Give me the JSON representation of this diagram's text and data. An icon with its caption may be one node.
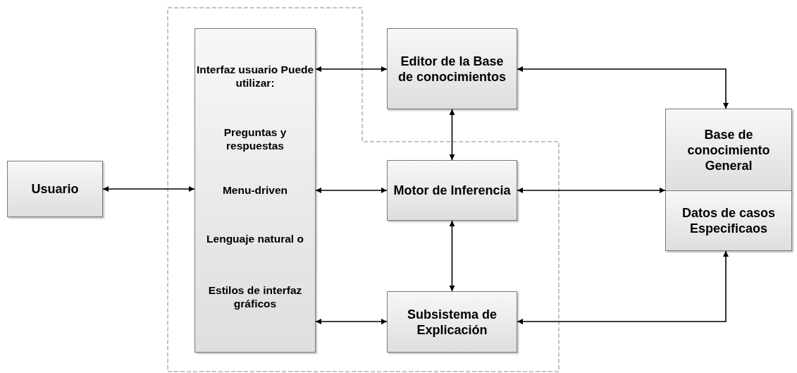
{
  "diagram": {
    "nodes": [
      {
        "text": [
          "Usuario"
        ]
      },
      {
        "text": [
          "Interfaz usuario Puede utilizar:",
          "Preguntas y respuestas",
          "Menu-driven",
          "Lenguaje natural o",
          "Estilos de interfaz gráficos"
        ]
      },
      {
        "text": [
          "Editor de la Base de conocimientos"
        ]
      },
      {
        "text": [
          "Motor de Inferencia"
        ]
      },
      {
        "text": [
          "Subsistema de Explicación"
        ]
      },
      {
        "text": [
          "Base de conocimiento General"
        ]
      },
      {
        "text": [
          "Datos de casos Especificaos"
        ]
      }
    ],
    "edges": [
      {
        "from": 0,
        "to": 1,
        "arrow": "both"
      },
      {
        "from": 1,
        "to": 2,
        "arrow": "both"
      },
      {
        "from": 1,
        "to": 3,
        "arrow": "both"
      },
      {
        "from": 1,
        "to": 4,
        "arrow": "both"
      },
      {
        "from": 2,
        "to": 3,
        "arrow": "both"
      },
      {
        "from": 3,
        "to": 4,
        "arrow": "both"
      },
      {
        "from": 2,
        "to": 5,
        "arrow": "both"
      },
      {
        "from": 3,
        "to": 5,
        "arrow": "both"
      },
      {
        "from": 4,
        "to": 6,
        "arrow": "both"
      }
    ]
  }
}
